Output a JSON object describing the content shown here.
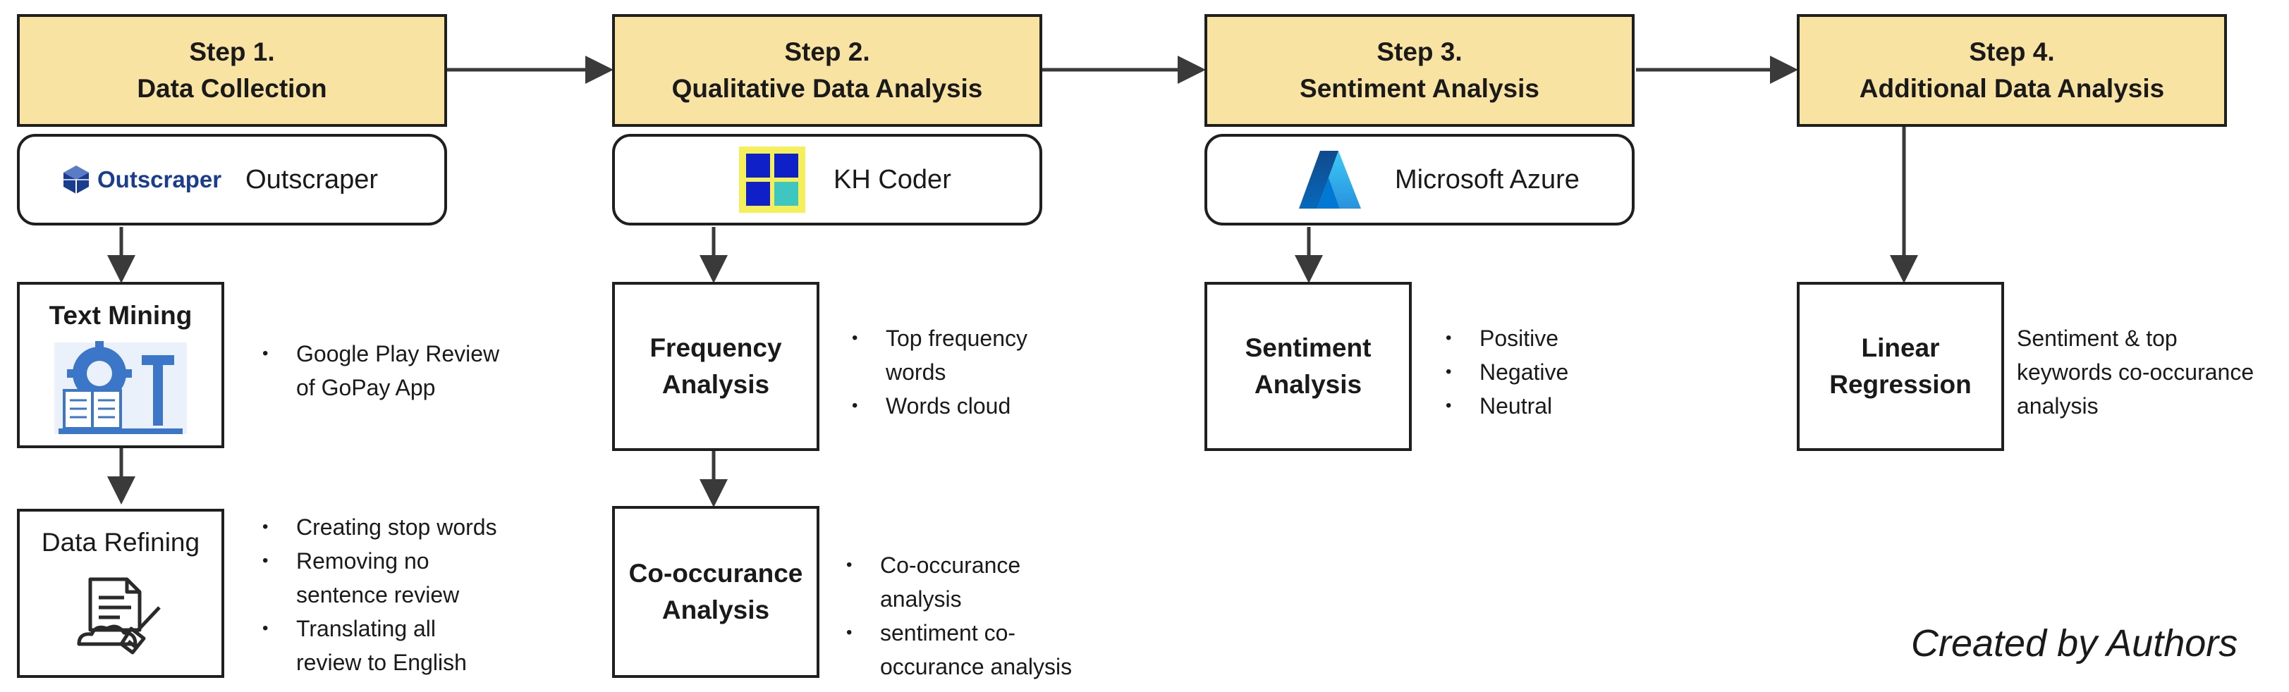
{
  "steps": [
    {
      "line1": "Step 1.",
      "line2": "Data Collection"
    },
    {
      "line1": "Step 2.",
      "line2": "Qualitative Data Analysis"
    },
    {
      "line1": "Step 3.",
      "line2": "Sentiment Analysis"
    },
    {
      "line1": "Step 4.",
      "line2": "Additional Data Analysis"
    }
  ],
  "tools": {
    "outscraper": {
      "logo_text": "Outscraper",
      "name": "Outscraper"
    },
    "khcoder": {
      "name": "KH Coder"
    },
    "azure": {
      "name": "Microsoft Azure"
    }
  },
  "boxes": {
    "text_mining": {
      "label": "Text Mining"
    },
    "data_refining": {
      "label": "Data Refining"
    },
    "frequency": {
      "line1": "Frequency",
      "line2": "Analysis"
    },
    "cooccurance": {
      "line1": "Co-occurance",
      "line2": "Analysis"
    },
    "sentiment": {
      "line1": "Sentiment",
      "line2": "Analysis"
    },
    "regression": {
      "line1": "Linear",
      "line2": "Regression"
    }
  },
  "notes": {
    "text_mining": [
      "Google Play Review",
      "of GoPay App"
    ],
    "data_refining": [
      "Creating stop words",
      "Removing no",
      "sentence review",
      "Translating all",
      "review to English"
    ],
    "frequency": [
      "Top frequency",
      "words",
      "Words cloud"
    ],
    "cooccurance": [
      "Co-occurance",
      "analysis",
      "sentiment co-",
      "occurance analysis"
    ],
    "sentiment": [
      "Positive",
      "Negative",
      "Neutral"
    ],
    "regression": [
      "Sentiment & top",
      "keywords co-occurance",
      "analysis"
    ]
  },
  "credit": "Created by Authors",
  "colors": {
    "step_fill": "#f8e3a3",
    "outline": "#1f1f1f",
    "outscraper_blue": "#1b3d8f",
    "azure_blue": "#0a6fd0"
  }
}
